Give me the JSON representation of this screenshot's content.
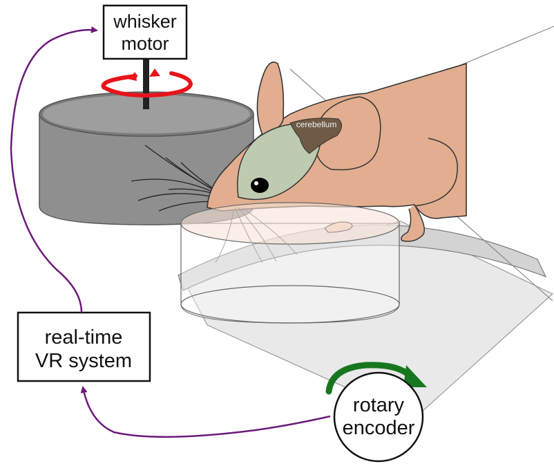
{
  "labels": {
    "whisker_motor": [
      "whisker",
      "motor"
    ],
    "vr_system": [
      "real-time",
      "VR system"
    ],
    "rotary_encoder": [
      "rotary",
      "encoder"
    ],
    "cerebellum": "cerebellum"
  },
  "colors": {
    "feedback_arrow": "#6b1a7a",
    "motor_rotation_arrow": "#e8141b",
    "encoder_rotation_arrow": "#17771f",
    "mouse_body": "#e2ae8f",
    "brain": "#b9cfb6",
    "cerebellum": "#6e5a45",
    "drum": "#8f8f8f",
    "treadmill": "#e6e6e6"
  },
  "icons": {
    "motor_rotation": "circular-arrow-icon",
    "encoder_rotation": "curved-arrow-icon"
  }
}
